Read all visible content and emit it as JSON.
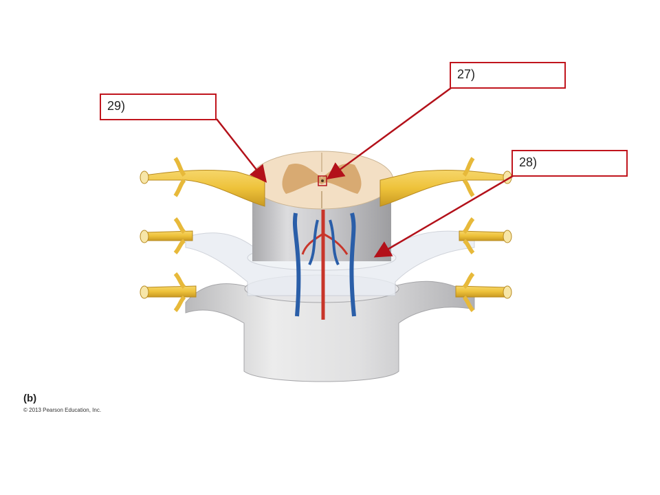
{
  "labels": {
    "label_27": "27)",
    "label_28": "28)",
    "label_29": "29)"
  },
  "caption": {
    "figure_letter": "(b)",
    "copyright": "© 2013 Pearson Education, Inc."
  },
  "colors": {
    "label_border": "#c0141c",
    "arrow": "#b3111a",
    "nerve": "#eec23a",
    "gray_matter": "#d8aa72",
    "white_matter": "#f3dfc4",
    "vein": "#2a5ea8",
    "artery": "#c8352a"
  }
}
